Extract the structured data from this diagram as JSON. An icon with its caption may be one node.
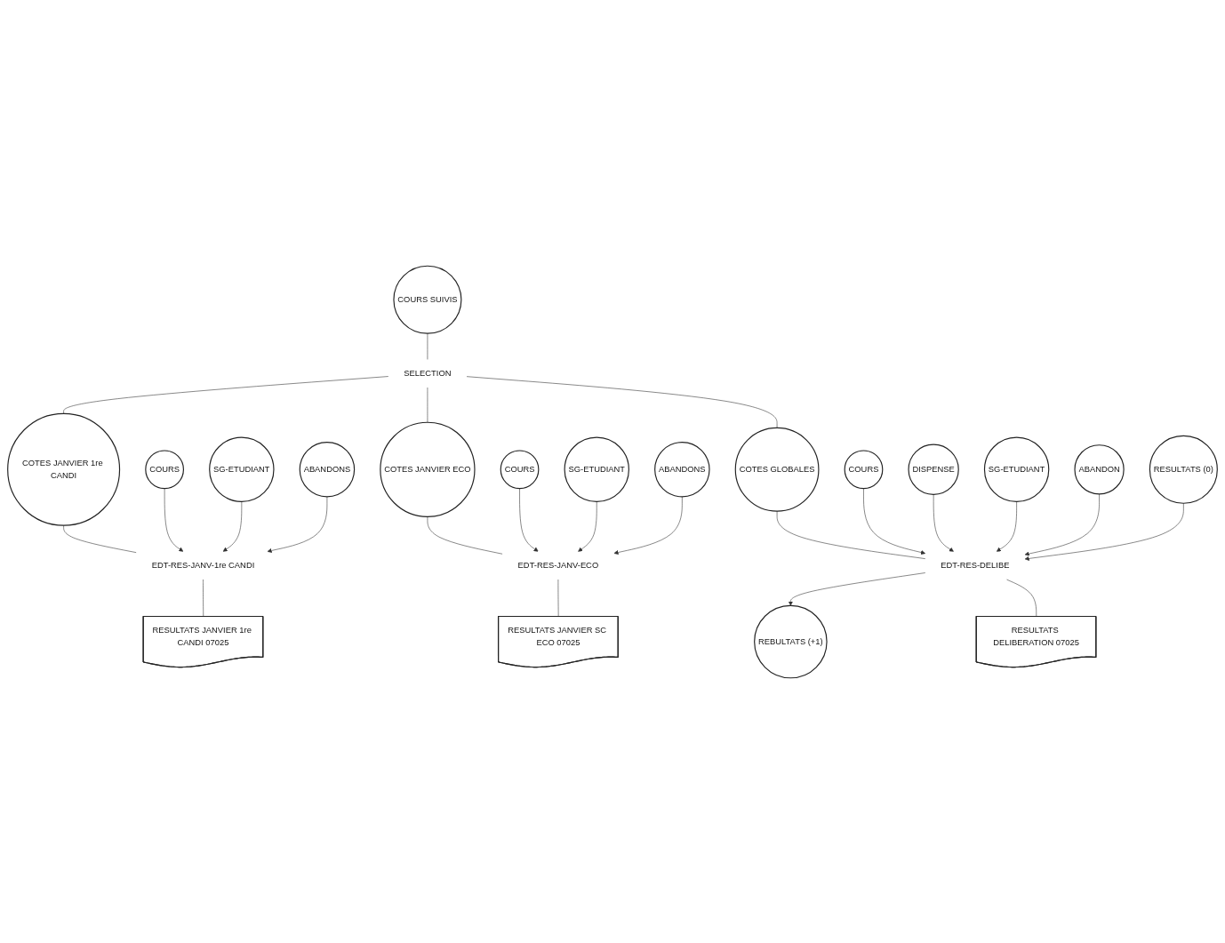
{
  "diagram": {
    "nodes": [
      {
        "text": [
          "COURS SUIVIS"
        ]
      },
      {
        "text": [
          "SELECTION"
        ]
      },
      {
        "text": [
          "COTES JANVIER 1re CANDI"
        ]
      },
      {
        "text": [
          "COTES JANVIER ECO"
        ]
      },
      {
        "text": [
          "COTES GLOBALES"
        ]
      },
      {
        "text": [
          "COURS"
        ]
      },
      {
        "text": [
          "EDT-RES-JANV-1re CANDI"
        ]
      },
      {
        "text": [
          "SG-ETUDIANT"
        ]
      },
      {
        "text": [
          "ABANDONS"
        ]
      },
      {
        "text": [
          "RESULTATS JANVIER 1re CANDI 07025"
        ]
      },
      {
        "text": [
          "COURS"
        ]
      },
      {
        "text": [
          "EDT-RES-JANV-ECO"
        ]
      },
      {
        "text": [
          "SG-ETUDIANT"
        ]
      },
      {
        "text": [
          "ABANDONS"
        ]
      },
      {
        "text": [
          "RESULTATS JANVIER SC ECO 07025"
        ]
      },
      {
        "text": [
          "COURS"
        ]
      },
      {
        "text": [
          "DISPENSE"
        ]
      },
      {
        "text": [
          "EDT-RES-DELIBE"
        ]
      },
      {
        "text": [
          "SG-ETUDIANT"
        ]
      },
      {
        "text": [
          "ABANDON"
        ]
      },
      {
        "text": [
          "RESULTATS (0)"
        ]
      },
      {
        "text": [
          "REBULTATS (+1)"
        ]
      },
      {
        "text": [
          "RESULTATS DELIBERATION 07025"
        ]
      }
    ],
    "edges": [
      {
        "from": 0,
        "to": 1,
        "arrow": "none"
      },
      {
        "from": 1,
        "to": 2,
        "arrow": "none"
      },
      {
        "from": 1,
        "to": 3,
        "arrow": "none"
      },
      {
        "from": 1,
        "to": 4,
        "arrow": "none"
      },
      {
        "from": 2,
        "to": 6,
        "arrow": "none"
      },
      {
        "from": 5,
        "to": 6,
        "arrow": "to"
      },
      {
        "from": 7,
        "to": 6,
        "arrow": "to"
      },
      {
        "from": 8,
        "to": 6,
        "arrow": "to"
      },
      {
        "from": 6,
        "to": 9,
        "arrow": "none"
      },
      {
        "from": 3,
        "to": 11,
        "arrow": "none"
      },
      {
        "from": 10,
        "to": 11,
        "arrow": "to"
      },
      {
        "from": 12,
        "to": 11,
        "arrow": "to"
      },
      {
        "from": 13,
        "to": 11,
        "arrow": "to"
      },
      {
        "from": 11,
        "to": 14,
        "arrow": "none"
      },
      {
        "from": 4,
        "to": 17,
        "arrow": "none"
      },
      {
        "from": 15,
        "to": 17,
        "arrow": "to"
      },
      {
        "from": 16,
        "to": 17,
        "arrow": "to"
      },
      {
        "from": 18,
        "to": 17,
        "arrow": "to"
      },
      {
        "from": 19,
        "to": 17,
        "arrow": "to"
      },
      {
        "from": 20,
        "to": 17,
        "arrow": "to"
      },
      {
        "from": 17,
        "to": 21,
        "arrow": "to"
      },
      {
        "from": 17,
        "to": 22,
        "arrow": "none"
      }
    ]
  }
}
